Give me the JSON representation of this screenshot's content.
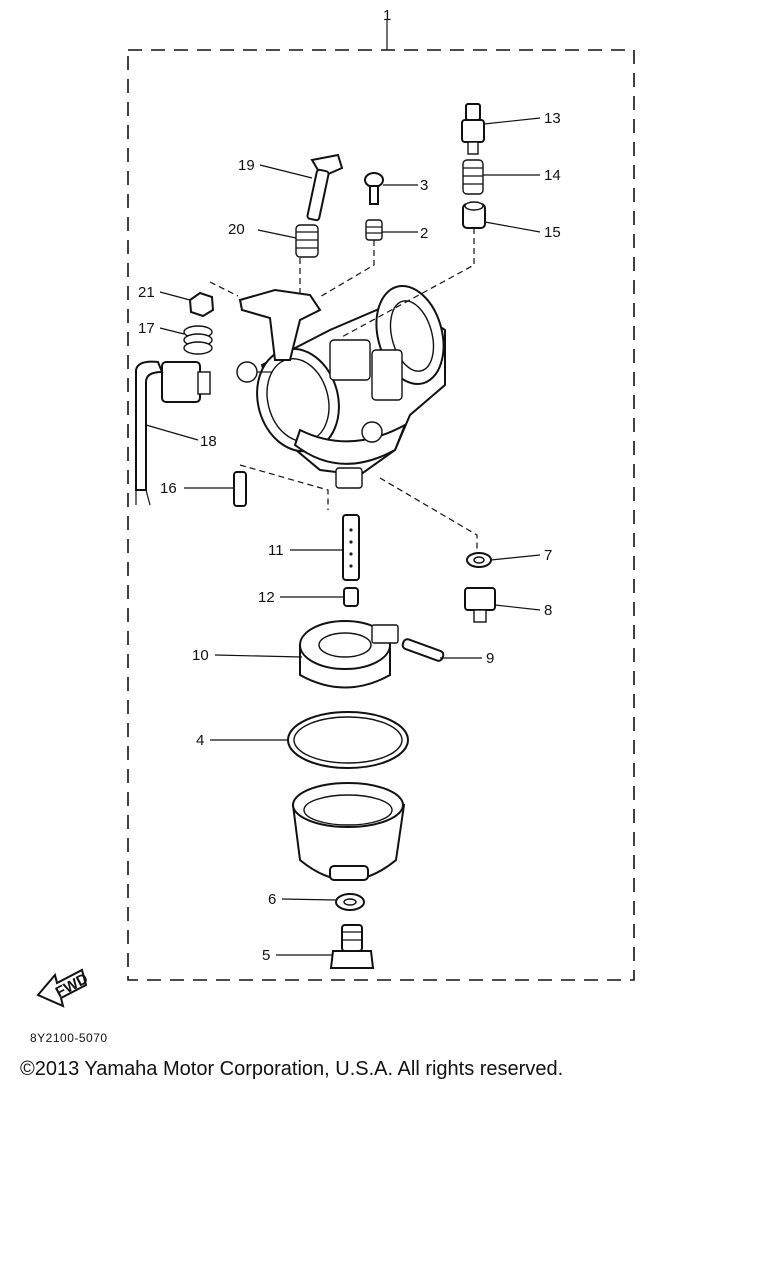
{
  "diagram": {
    "assembly_callout": "1",
    "callouts": [
      "2",
      "3",
      "4",
      "5",
      "6",
      "7",
      "8",
      "9",
      "10",
      "11",
      "12",
      "13",
      "14",
      "15",
      "16",
      "17",
      "18",
      "19",
      "20",
      "21"
    ],
    "fwd_label": "FWD"
  },
  "footer": {
    "drawing_code": "8Y2100-5070",
    "copyright": "©2013 Yamaha Motor Corporation, U.S.A. All rights reserved."
  }
}
